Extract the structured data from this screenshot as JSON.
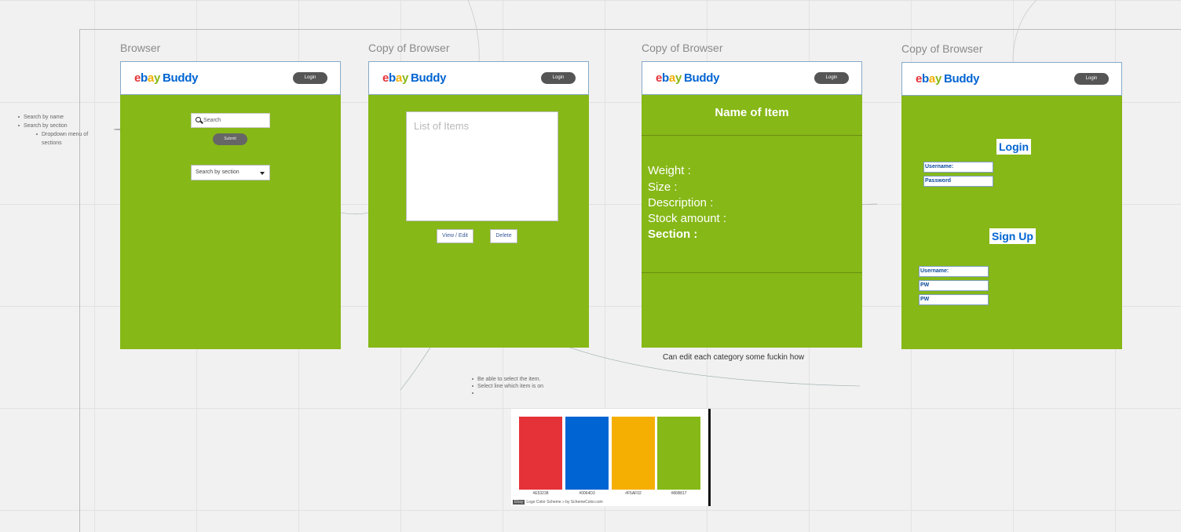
{
  "frames": [
    {
      "title": "Browser"
    },
    {
      "title": "Copy of Browser"
    },
    {
      "title": "Copy of Browser"
    },
    {
      "title": "Copy of Browser"
    }
  ],
  "header": {
    "logo_e": "e",
    "logo_b": "b",
    "logo_a": "a",
    "logo_y": "y",
    "logo_buddy": "Buddy",
    "login_button": "Login"
  },
  "search_screen": {
    "search_placeholder": "Search",
    "submit_button": "Submit",
    "section_select": "Search by section"
  },
  "list_screen": {
    "list_placeholder": "List of Items",
    "view_edit_button": "View / Edit",
    "delete_button": "Delete"
  },
  "detail_screen": {
    "item_name": "Name of Item",
    "fields": [
      "Weight :",
      "Size :",
      "Description :",
      "Stock amount :",
      "Section :"
    ]
  },
  "auth_screen": {
    "login_title": "Login",
    "login_username": "Username:",
    "login_password": "Password",
    "signup_title": "Sign Up",
    "signup_username": "Username:",
    "signup_pw1": "PW",
    "signup_pw2": "PW"
  },
  "notes": {
    "left": [
      "Search by name",
      "Search by section",
      "Dropdown menu of sections"
    ],
    "bottom": [
      "Be able to select the item.",
      "Select line which item is on"
    ],
    "caption": "Can edit each category some fuckin how"
  },
  "palette": {
    "colors": [
      {
        "hex": "#E53238",
        "label": "#E53238"
      },
      {
        "hex": "#0064D2",
        "label": "#0064D3"
      },
      {
        "hex": "#F5AF02",
        "label": "#F5AF02"
      },
      {
        "hex": "#86B817",
        "label": "#86B817"
      }
    ],
    "credit_tag": "Ebay",
    "credit": "Logo Color Scheme » by SchemeColor.com"
  }
}
